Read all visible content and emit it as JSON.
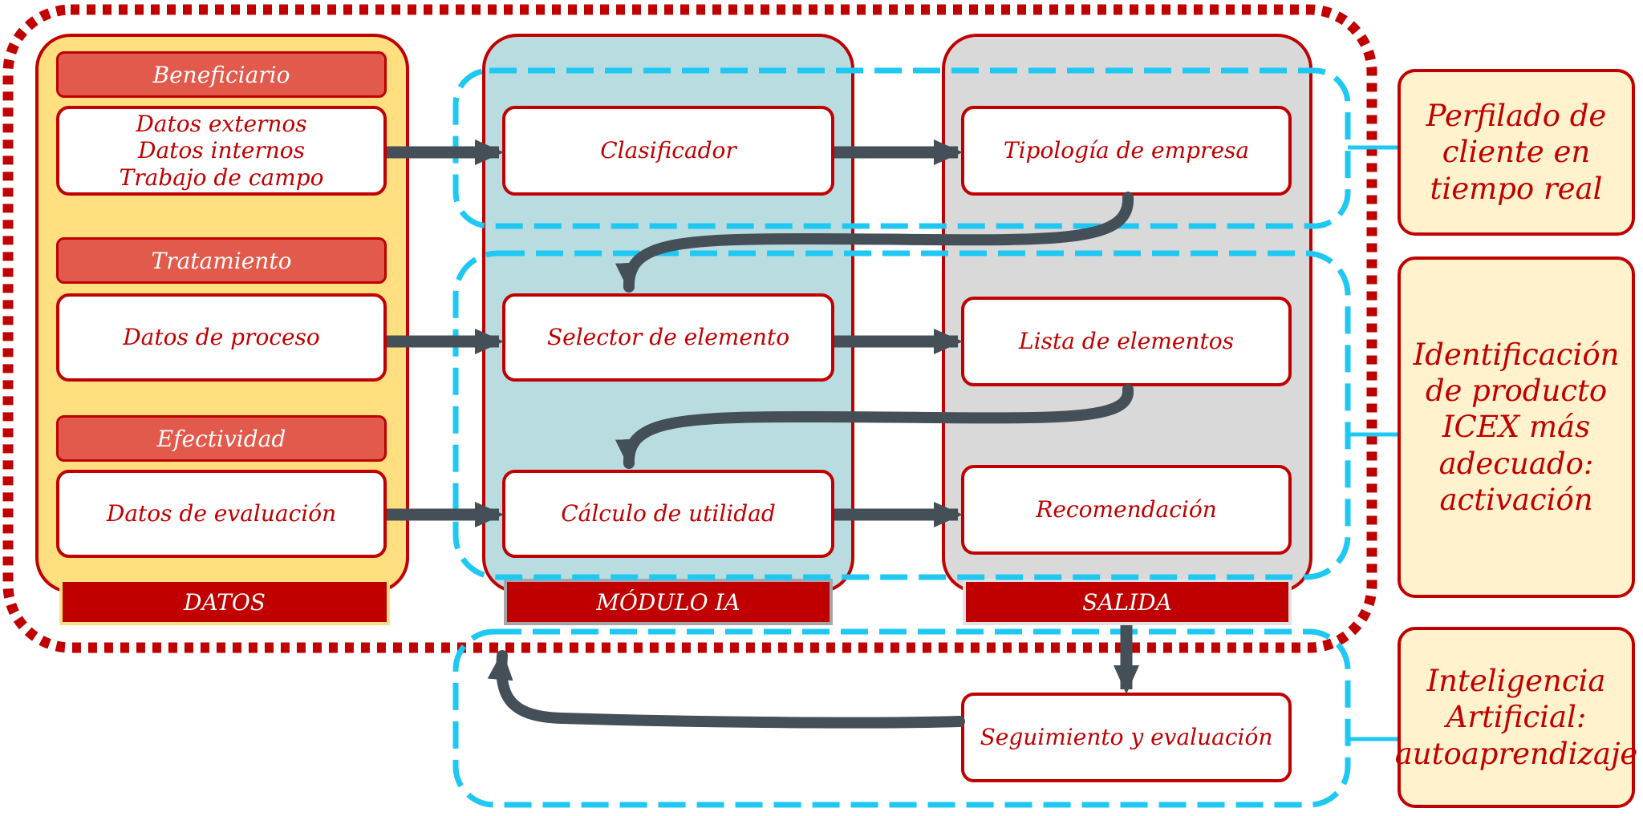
{
  "datos": {
    "beneficiario": "Beneficiario",
    "fuentes": "Datos externos\nDatos internos\nTrabajo de campo",
    "tratamiento": "Tratamiento",
    "proceso": "Datos de proceso",
    "efectividad": "Efectividad",
    "evaluacion": "Datos de evaluación",
    "footer": "DATOS"
  },
  "modulo": {
    "clasificador": "Clasificador",
    "selector": "Selector de elemento",
    "calculo": "Cálculo de utilidad",
    "footer": "MÓDULO IA"
  },
  "salida": {
    "tipologia": "Tipología de empresa",
    "lista": "Lista de elementos",
    "recomendacion": "Recomendación",
    "footer": "SALIDA"
  },
  "seguimiento": "Seguimiento y evaluación",
  "side": {
    "perfilado": "Perfilado de\ncliente en\ntiempo real",
    "identificacion": "Identificación\nde producto\nICEX más\nadecuado:\nactivación",
    "inteligencia": "Inteligencia\nArtificial:\nautoaprendizaje"
  },
  "colors": {
    "red": "#c00000",
    "salmon": "#e25a4c",
    "datos_bg": "#ffdf7f",
    "ia_bg": "#b9dce1",
    "salida_bg": "#d9d9d9",
    "side_bg": "#fff2cc",
    "dashed_blue": "#1ec8f2",
    "arrow": "#454f57"
  }
}
